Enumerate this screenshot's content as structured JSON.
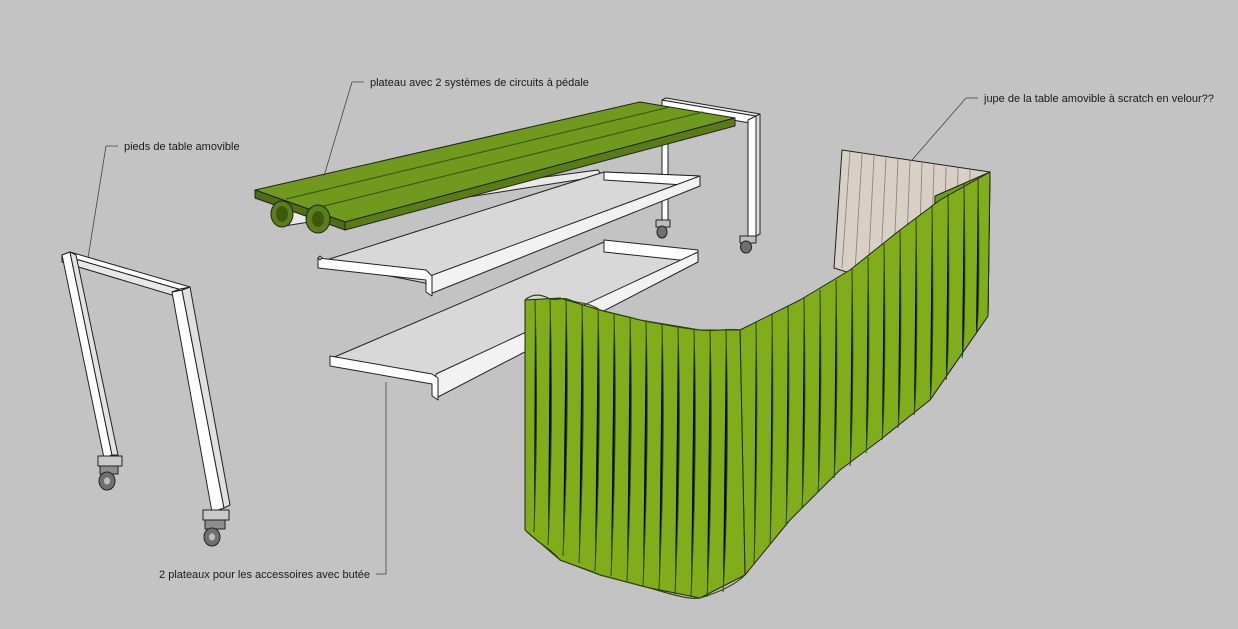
{
  "labels": {
    "plateau": "plateau avec 2 systèmes de circuits à pédale",
    "pieds": "pieds de table amovible",
    "jupe": "jupe de la table amovible à scratch en velour??",
    "plateaux": "2 plateaux pour les accessoires  avec butée"
  },
  "colors": {
    "background": "#c3c3c3",
    "green_top": "#6f9a1e",
    "green_dark": "#4d6e12",
    "skirt_green": "#7fae1a",
    "skirt_beige": "#d8d0c6",
    "frame_white": "#f7f7f7",
    "shelf_gray": "#d9d9d9"
  },
  "icons": [
    "caster-wheel",
    "pedal-roller"
  ]
}
